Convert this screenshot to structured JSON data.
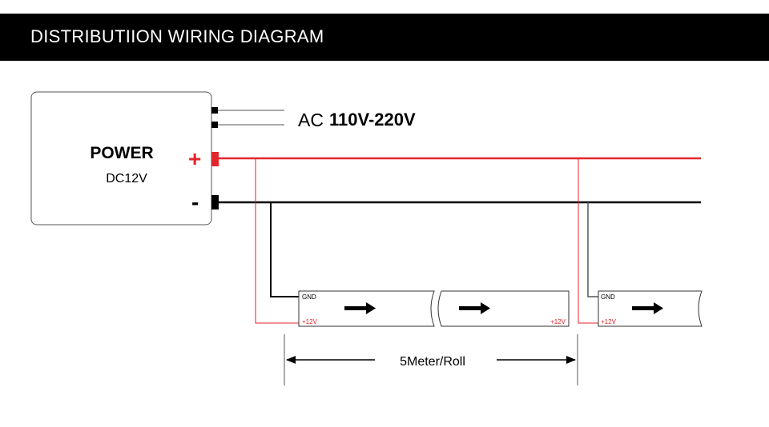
{
  "header": {
    "title": "DISTRIBUTIION WIRING DIAGRAM"
  },
  "power_supply": {
    "label": "POWER",
    "output": "DC12V",
    "plus_sign": "+",
    "minus_sign": "-"
  },
  "ac_input": {
    "prefix": "AC",
    "voltage": "110V-220V"
  },
  "strips": {
    "gnd_label": "GND",
    "v12_label": "+12V"
  },
  "dimension": {
    "label": "5Meter/Roll"
  },
  "colors": {
    "positive": "#e3262b",
    "negative": "#000000",
    "header_bg": "#000000"
  }
}
